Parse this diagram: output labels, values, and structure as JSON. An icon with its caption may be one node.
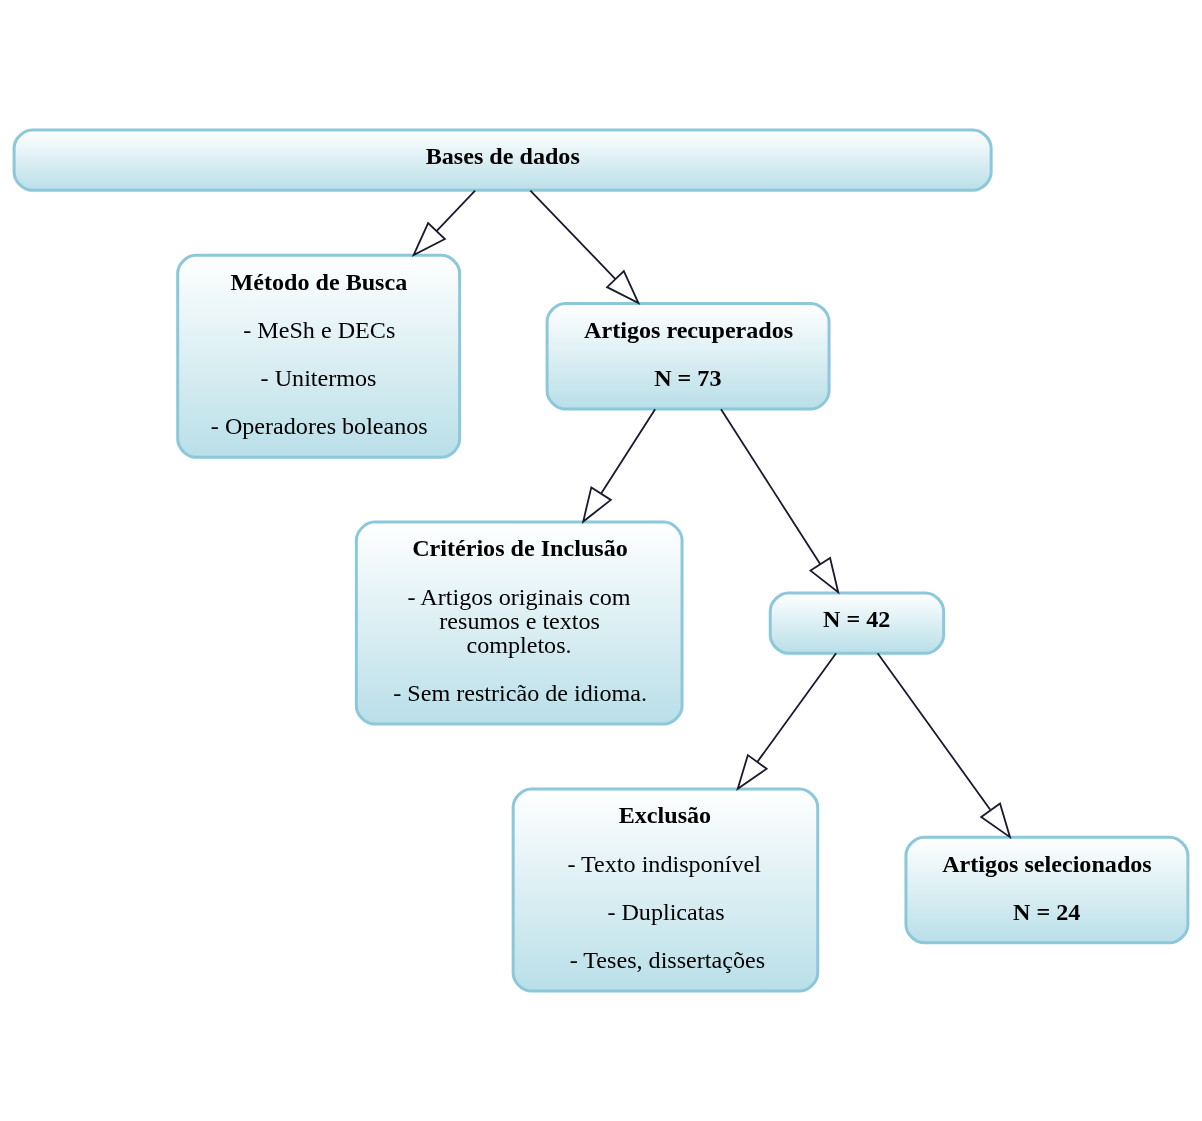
{
  "diagram": {
    "nodes": [
      {
        "text": [
          "Bases de dados"
        ]
      },
      {
        "text": [
          "Método de Busca",
          "- MeSh e DECs",
          "- Unitermos",
          "- Operadores boleanos"
        ]
      },
      {
        "text": [
          "Artigos recuperados",
          "N = 73"
        ]
      },
      {
        "text": [
          "Critérios de Inclusão",
          "- Artigos originais com resumos e textos completos.",
          "- Sem restricão de idioma."
        ]
      },
      {
        "text": [
          "N = 42"
        ]
      },
      {
        "text": [
          "Exclusão",
          "- Texto indisponível",
          "- Duplicatas",
          "- Teses, dissertações"
        ]
      },
      {
        "text": [
          "Artigos selecionados",
          "N = 24"
        ]
      }
    ],
    "edges": [
      {
        "from": 0,
        "to": 2,
        "arrow": "to"
      },
      {
        "from": 0,
        "to": 1,
        "arrow": "to"
      },
      {
        "from": 2,
        "to": 4,
        "arrow": "to"
      },
      {
        "from": 2,
        "to": 3,
        "arrow": "to"
      },
      {
        "from": 4,
        "to": 6,
        "arrow": "to"
      },
      {
        "from": 4,
        "to": 5,
        "arrow": "to"
      }
    ]
  }
}
